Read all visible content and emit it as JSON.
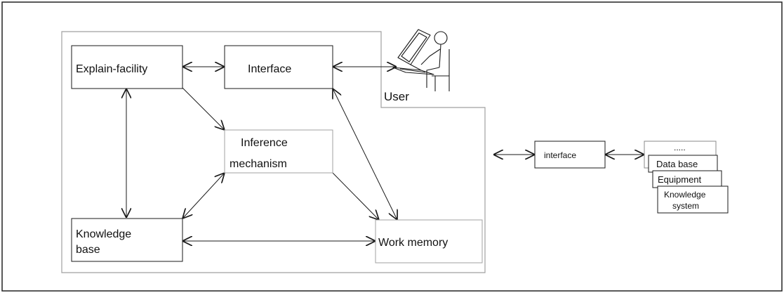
{
  "diagram": {
    "user_label": "User",
    "boxes": {
      "explain": {
        "lines": [
          "Explain-facility"
        ]
      },
      "interface_top": {
        "lines": [
          "Interface"
        ]
      },
      "inference": {
        "lines": [
          "Inference",
          "mechanism"
        ]
      },
      "knowledge_base": {
        "lines": [
          "Knowledge",
          "base"
        ]
      },
      "work_memory": {
        "lines": [
          "Work memory"
        ]
      },
      "interface_right": {
        "lines": [
          "interface"
        ]
      }
    },
    "stack": {
      "items": [
        {
          "lines": [
            "....."
          ]
        },
        {
          "lines": [
            "Data base"
          ]
        },
        {
          "lines": [
            "Equipment"
          ]
        },
        {
          "lines": [
            "Knowledge",
            "system"
          ]
        }
      ]
    },
    "icons": {
      "user": "user-at-computer-icon"
    },
    "colors": {
      "line": "#1a1a1a",
      "background": "#ffffff",
      "faint_border": "#b8b8b8"
    }
  }
}
